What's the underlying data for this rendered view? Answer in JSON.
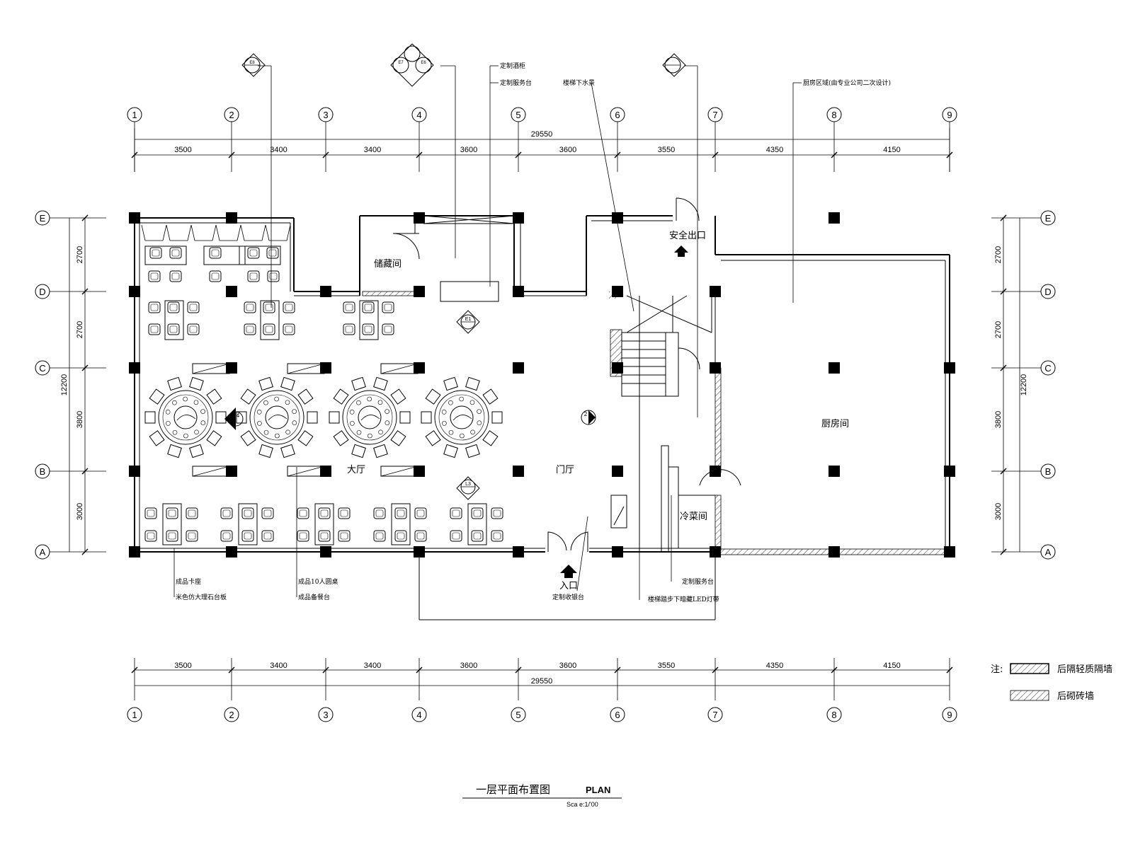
{
  "title": "一层平面布置图",
  "title_en": "PLAN",
  "scale": "Sca e:1/'00",
  "axes_x": [
    "1",
    "2",
    "3",
    "4",
    "5",
    "6",
    "7",
    "8",
    "9"
  ],
  "axes_y": [
    "E",
    "D",
    "C",
    "B",
    "A"
  ],
  "dims_x": [
    "3500",
    "3400",
    "3400",
    "3600",
    "3600",
    "3550",
    "4350",
    "4150"
  ],
  "total_x": "29550",
  "dims_y": [
    "2700",
    "2700",
    "3800",
    "3000"
  ],
  "total_y": "12200",
  "rooms": {
    "storage": "储藏间",
    "exit": "安全出口",
    "hall": "大厅",
    "lobby": "门厅",
    "kitchen": "厨房间",
    "cold_dish": "冷菜间",
    "entrance": "入口"
  },
  "notes": {
    "wine_cabinet": "定制酒柜",
    "service_counter": "定制服务台",
    "stair_water": "楼梯下水景",
    "kitchen_area": "厨房区域(由专业公司二次设计)",
    "finished_seats": "成品卡座",
    "rice_board": "米色仿大理石台板",
    "round_table": "成品10人圆桌",
    "side_table": "成品备餐台",
    "reception": "定制收银台",
    "service_counter2": "定制服务台",
    "stair_led": "楼梯踏步下暗藏LED灯带"
  },
  "legend_prefix": "注:",
  "legend": [
    "后隔轻质隔墙",
    "后砌砖墙"
  ],
  "markers": {
    "e8": "E8",
    "e6": "E6",
    "e7": "E7",
    "e1": "E1",
    "l3": "L3",
    "e4": "4",
    "e2": "2"
  }
}
